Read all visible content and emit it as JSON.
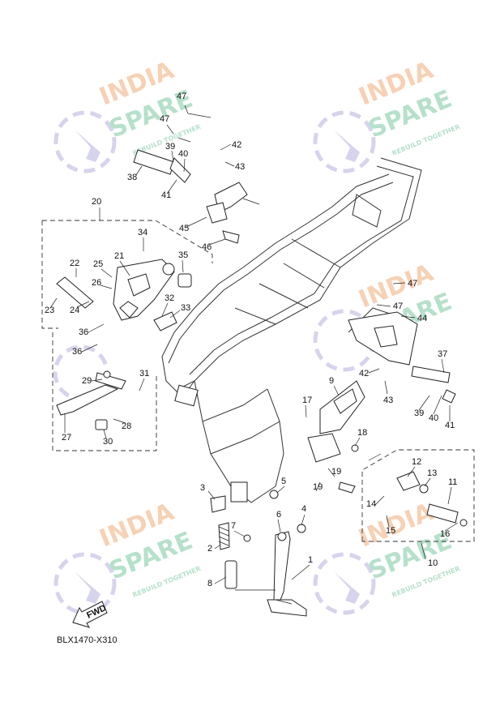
{
  "diagram": {
    "reference_code": "BLX1470-X310",
    "direction_label": "FWD",
    "callouts": [
      "1",
      "2",
      "3",
      "4",
      "5",
      "6",
      "7",
      "8",
      "9",
      "10",
      "11",
      "12",
      "13",
      "14",
      "15",
      "16",
      "17",
      "18",
      "19",
      "19",
      "20",
      "21",
      "22",
      "23",
      "24",
      "25",
      "26",
      "27",
      "28",
      "29",
      "30",
      "31",
      "32",
      "33",
      "34",
      "35",
      "36",
      "36",
      "37",
      "38",
      "39",
      "39",
      "40",
      "40",
      "41",
      "41",
      "42",
      "42",
      "43",
      "43",
      "44",
      "45",
      "46",
      "47",
      "47",
      "47",
      "47"
    ]
  },
  "watermark": {
    "line1": "INDIA",
    "line2": "SPARE",
    "tagline": "REBUILD TOGETHER",
    "colors": {
      "india": "#f6c9a8",
      "spare": "#a9dcc2",
      "wrench": "#cfcdea"
    }
  }
}
